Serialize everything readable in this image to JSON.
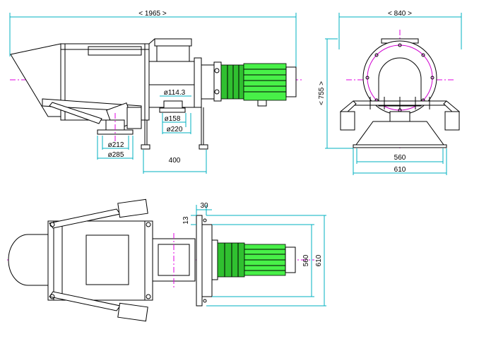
{
  "colors": {
    "outline": "#000000",
    "dimension": "#00b0c0",
    "centerline": "#e000e0",
    "motor": "#48f048"
  },
  "dimensions": {
    "overall_length": "< 1965 >",
    "overall_width": "< 840 >",
    "overall_height": "< 755 >",
    "shaft_dia": "ø114.3",
    "flange_inner": "ø158",
    "flange_outer": "ø220",
    "inlet_inner": "ø212",
    "inlet_outer": "ø285",
    "support_spacing": "400",
    "base_inner": "560",
    "base_outer": "610",
    "plan_inner": "560",
    "plan_outer": "610",
    "plate_width": "30",
    "plate_offset": "13"
  }
}
